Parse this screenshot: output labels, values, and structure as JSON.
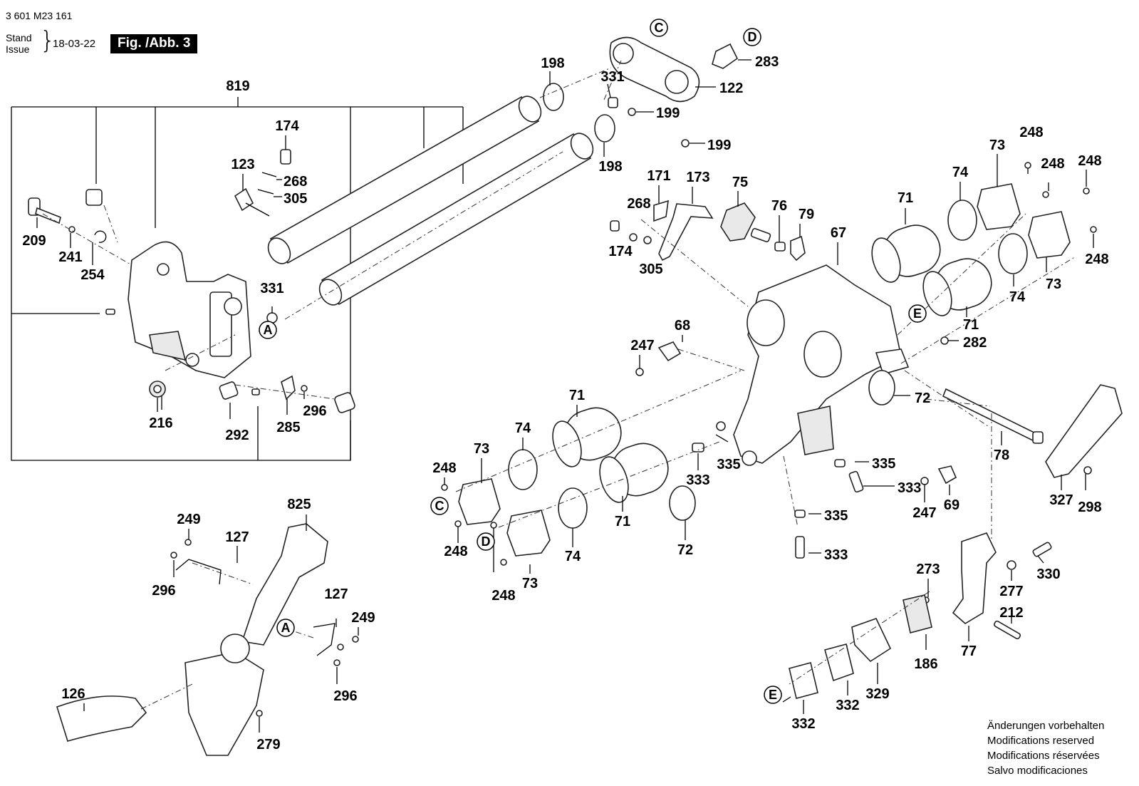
{
  "header": {
    "doc_number": "3 601 M23 161",
    "stand_label": "Stand",
    "issue_label": "Issue",
    "brace": "}",
    "issue_date": "18-03-22",
    "figure_label": "Fig. /Abb. 3"
  },
  "notes": [
    "Änderungen vorbehalten",
    "Modifications reserved",
    "Modifications réservées",
    "Salvo modificaciones"
  ],
  "callouts": {
    "A": "A",
    "B_C": "C",
    "D": "D",
    "E": "E"
  },
  "part_numbers": {
    "p819": "819",
    "p174": "174",
    "p123": "123",
    "p268": "268",
    "p305": "305",
    "p198": "198",
    "p331": "331",
    "p122": "122",
    "p283": "283",
    "p199": "199",
    "p209": "209",
    "p241": "241",
    "p254": "254",
    "p216": "216",
    "p292": "292",
    "p285": "285",
    "p296": "296",
    "p171": "171",
    "p173": "173",
    "p75": "75",
    "p76": "76",
    "p79": "79",
    "p67": "67",
    "p71": "71",
    "p74": "74",
    "p73": "73",
    "p248": "248",
    "p68": "68",
    "p247": "247",
    "p282": "282",
    "p72": "72",
    "p78": "78",
    "p327": "327",
    "p298": "298",
    "p335": "335",
    "p333": "333",
    "p69": "69",
    "p273": "273",
    "p277": "277",
    "p330": "330",
    "p212": "212",
    "p77": "77",
    "p186": "186",
    "p329": "329",
    "p332": "332",
    "p825": "825",
    "p249": "249",
    "p127": "127",
    "p126": "126",
    "p279": "279"
  }
}
